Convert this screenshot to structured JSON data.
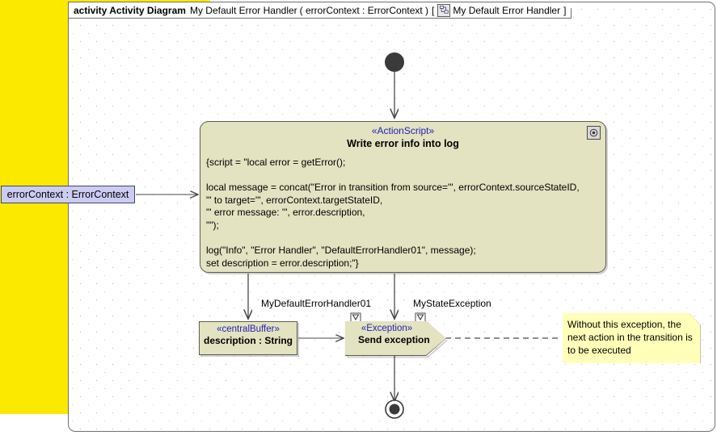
{
  "frame": {
    "keyword": "activity Activity Diagram",
    "name": "My Default Error Handler",
    "parameters": "( errorContext : ErrorContext )",
    "bracket_open": "[",
    "icon": "state-machine-icon",
    "context_name": "My Default Error Handler",
    "bracket_close": "]"
  },
  "parameter_node": {
    "label": "errorContext : ErrorContext"
  },
  "initial_node": {
    "name": "initial-node"
  },
  "final_node": {
    "name": "activity-final-node"
  },
  "action_node": {
    "stereotype": "«ActionScript»",
    "title": "Write error info into log",
    "icon": "script-gear-icon",
    "script": "{script = \"local error = getError();\n\nlocal message = concat(\"Error in transition from source=\"', errorContext.sourceStateID,\n\"' to target=\"', errorContext.targetStateID,\n\"' error message: \"', error.description,\n\"\"');\n\nlog(\"Info\", \"Error Handler\", \"DefaultErrorHandler01\", message);\nset description = error.description;\"}"
  },
  "script_lines": [
    "{script = \"local error = getError();",
    "",
    "local message = concat(\"Error in transition from source='\", errorContext.sourceStateID,",
    "\"' to target='\", errorContext.targetStateID,",
    "\"' error message: '\", error.description,",
    "\"\");",
    "",
    "log(\"Info\", \"Error Handler\", \"DefaultErrorHandler01\", message);",
    "set description = error.description;\"}"
  ],
  "buffer_node": {
    "stereotype": "«centralBuffer»",
    "title": "description : String"
  },
  "exception_node": {
    "stereotype": "«Exception»",
    "title": "Send exception"
  },
  "edge_labels": {
    "handler": "MyDefaultErrorHandler01",
    "state_exception": "MyStateException"
  },
  "note": {
    "text": "Without this exception, the next action in the transition is to be executed"
  },
  "colors": {
    "backdrop": "#fbe900",
    "node_fill": "#e3e2c1",
    "node_border": "#5c5c4e",
    "stereotype_text": "#2222b4",
    "note_fill": "#ffffb9",
    "param_fill": "#ccccf2",
    "param_border": "#43436e",
    "frame_border": "#707070",
    "connector": "#4a4a4a",
    "grid_dot": "#b4b4b4"
  }
}
